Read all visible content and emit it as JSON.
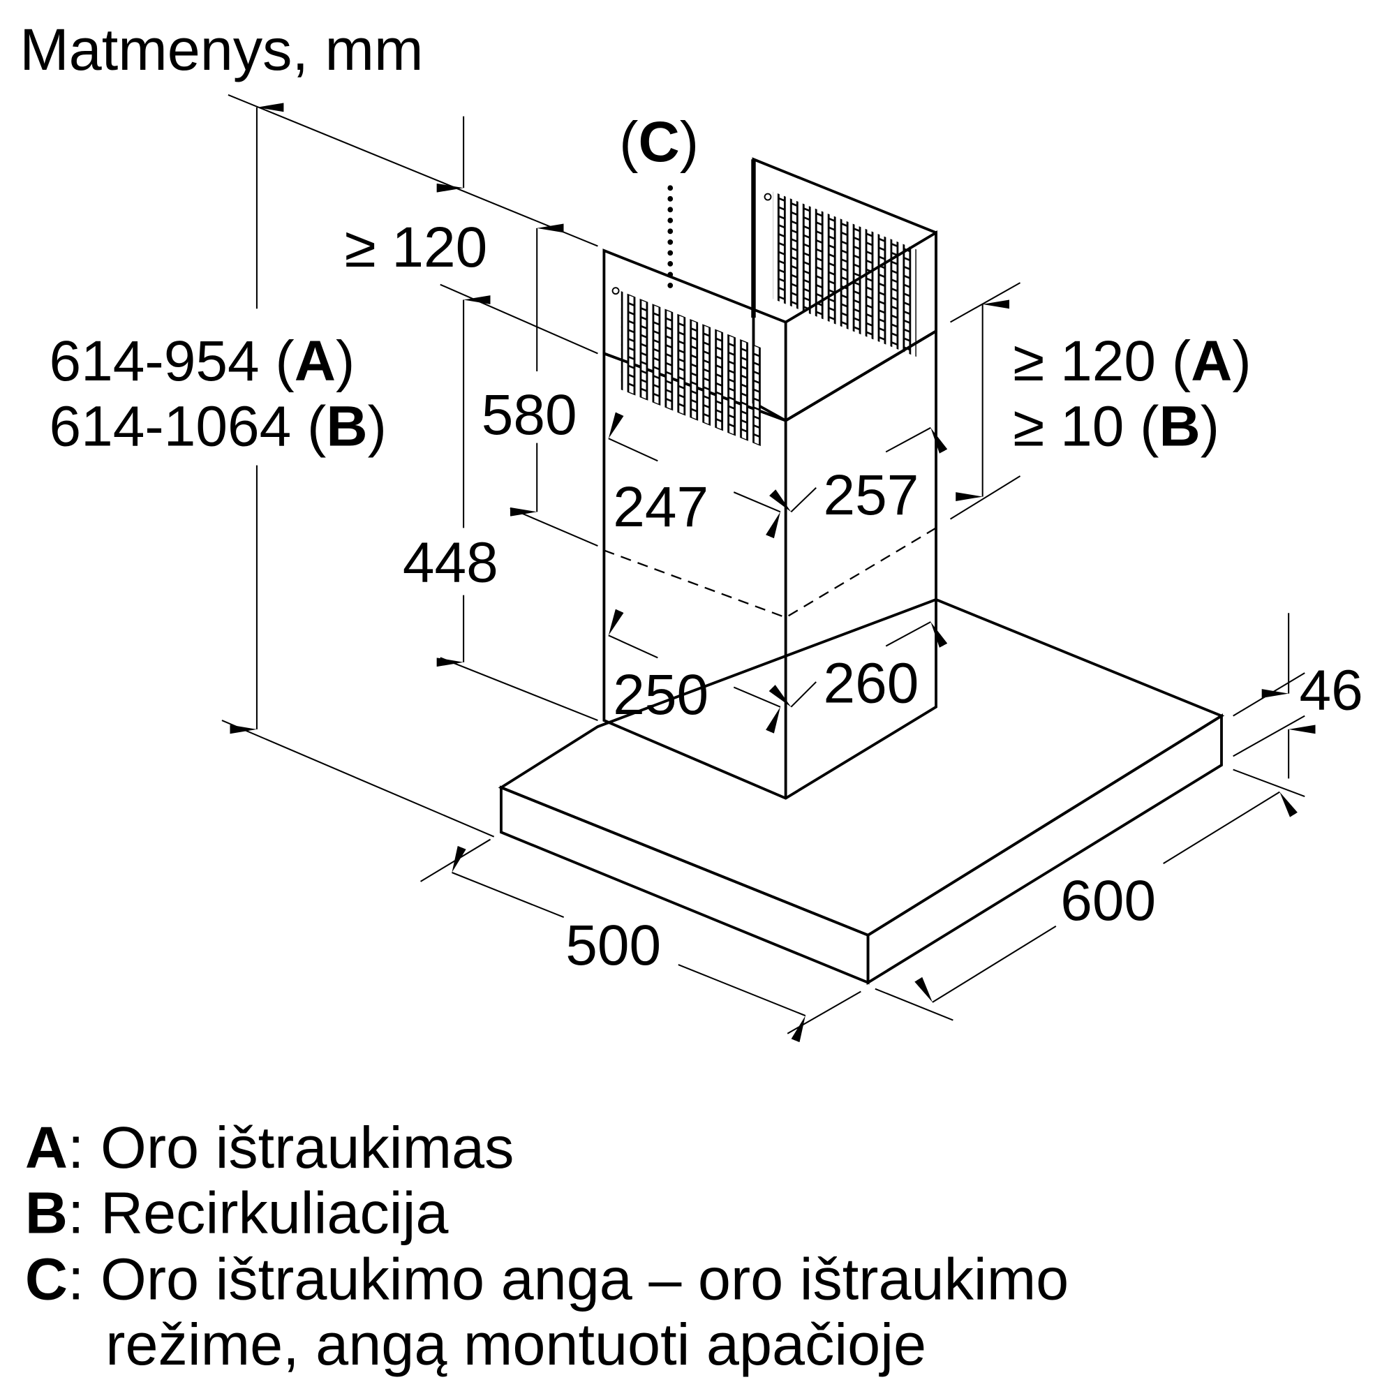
{
  "title": "Matmenys, mm",
  "dimensions": {
    "total_height_a": "614-954",
    "total_height_a_tag": "A",
    "total_height_b": "614-1064",
    "total_height_b_tag": "B",
    "top_clearance_left": "≥ 120",
    "chimney_upper": "580",
    "chimney_lower": "448",
    "top_clearance_right_a": "≥ 120",
    "top_clearance_right_a_tag": "A",
    "top_clearance_right_b": "≥ 10",
    "top_clearance_right_b_tag": "B",
    "upper_width_left": "247",
    "upper_width_right": "257",
    "lower_width_left": "250",
    "lower_width_right": "260",
    "canopy_depth": "500",
    "canopy_width": "600",
    "canopy_thickness": "46",
    "outlet_label": "C"
  },
  "legend": [
    {
      "key": "A",
      "text": "Oro ištraukimas"
    },
    {
      "key": "B",
      "text": "Recirkuliacija"
    },
    {
      "key": "C",
      "text": "Oro ištraukimo anga – oro ištraukimo",
      "text2": "režime, angą montuoti apačioje"
    }
  ]
}
